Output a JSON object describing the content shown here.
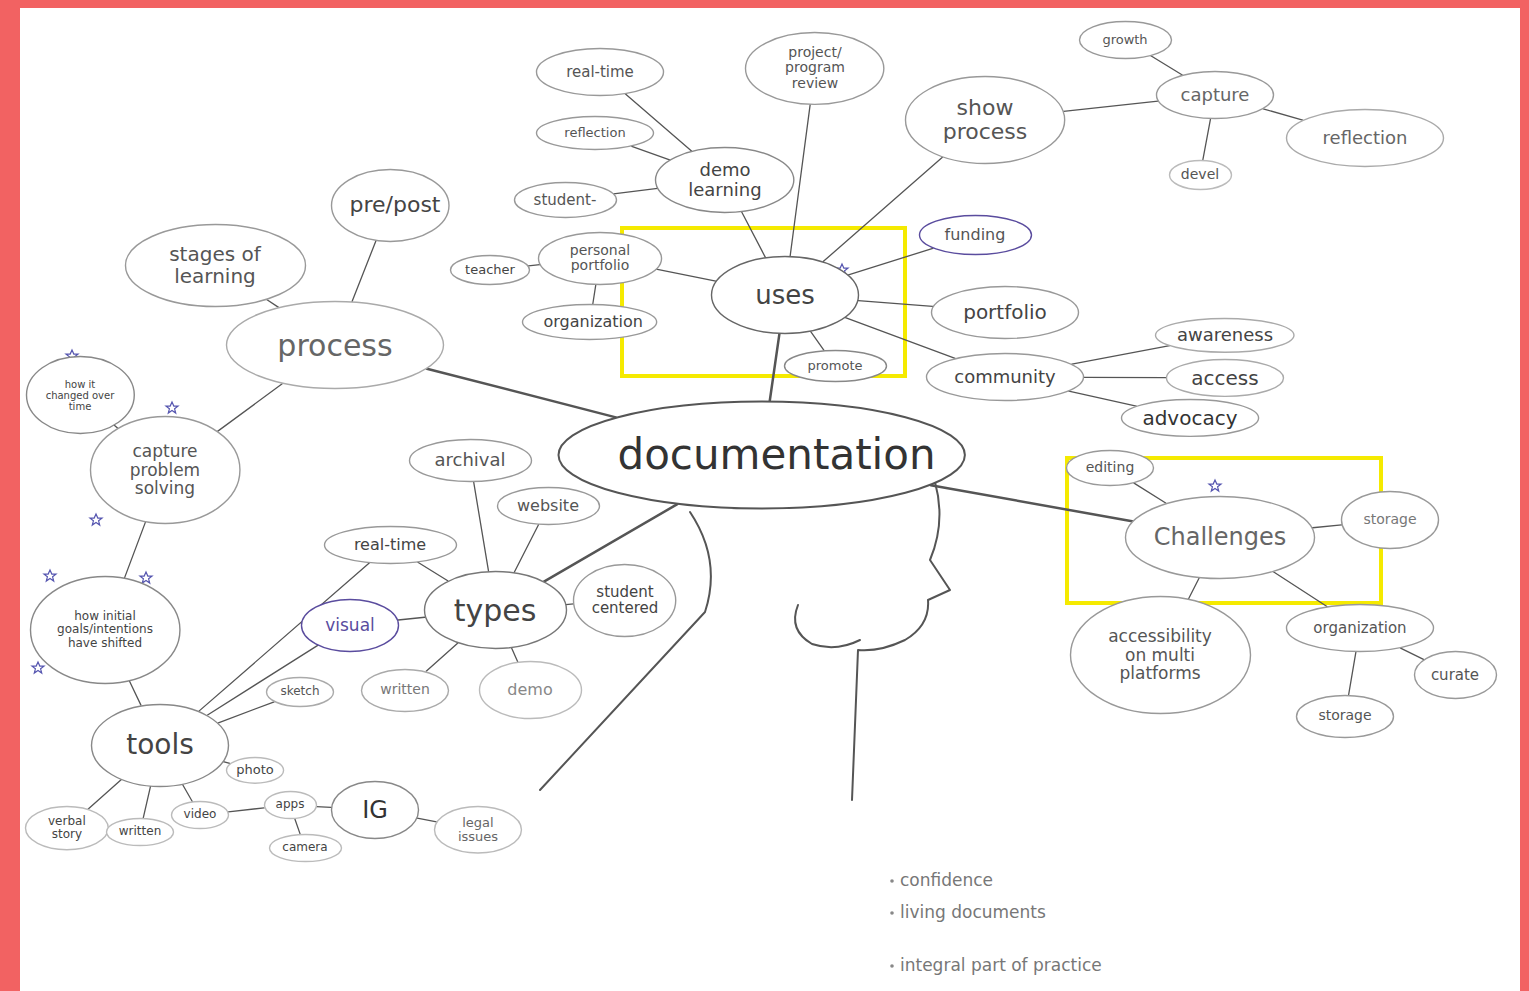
{
  "diagram": {
    "nodes": [
      {
        "text": [
          "documentation"
        ]
      },
      {
        "text": [
          "uses"
        ]
      },
      {
        "text": [
          "real-time"
        ]
      },
      {
        "text": [
          "project/ program review"
        ]
      },
      {
        "text": [
          "reflection"
        ]
      },
      {
        "text": [
          "demo learning"
        ]
      },
      {
        "text": [
          "student-"
        ]
      },
      {
        "text": [
          "teacher"
        ]
      },
      {
        "text": [
          "personal portfolio"
        ]
      },
      {
        "text": [
          "organization"
        ]
      },
      {
        "text": [
          "promote"
        ]
      },
      {
        "text": [
          "show process"
        ]
      },
      {
        "text": [
          "growth"
        ]
      },
      {
        "text": [
          "capture"
        ]
      },
      {
        "text": [
          "devel"
        ]
      },
      {
        "text": [
          "reflection"
        ]
      },
      {
        "text": [
          "funding"
        ]
      },
      {
        "text": [
          "portfolio"
        ]
      },
      {
        "text": [
          "community"
        ]
      },
      {
        "text": [
          "awareness"
        ]
      },
      {
        "text": [
          "access"
        ]
      },
      {
        "text": [
          "advocacy"
        ]
      },
      {
        "text": [
          "Challenges"
        ]
      },
      {
        "text": [
          "editing"
        ]
      },
      {
        "text": [
          "storage"
        ]
      },
      {
        "text": [
          "accessibility on multi platforms"
        ]
      },
      {
        "text": [
          "organization"
        ]
      },
      {
        "text": [
          "curate"
        ]
      },
      {
        "text": [
          "storage"
        ]
      },
      {
        "text": [
          "process"
        ]
      },
      {
        "text": [
          "pre/post"
        ]
      },
      {
        "text": [
          "stages of learning"
        ]
      },
      {
        "text": [
          "how it changed over time"
        ]
      },
      {
        "text": [
          "capture problem solving"
        ]
      },
      {
        "text": [
          "how initial goals/intentions have shifted"
        ]
      },
      {
        "text": [
          "types"
        ]
      },
      {
        "text": [
          "archival"
        ]
      },
      {
        "text": [
          "website"
        ]
      },
      {
        "text": [
          "real-time"
        ]
      },
      {
        "text": [
          "student centered"
        ]
      },
      {
        "text": [
          "visual"
        ]
      },
      {
        "text": [
          "sketch"
        ]
      },
      {
        "text": [
          "written"
        ]
      },
      {
        "text": [
          "demo"
        ]
      },
      {
        "text": [
          "tools"
        ]
      },
      {
        "text": [
          "photo"
        ]
      },
      {
        "text": [
          "verbal story"
        ]
      },
      {
        "text": [
          "written"
        ]
      },
      {
        "text": [
          "video"
        ]
      },
      {
        "text": [
          "apps"
        ]
      },
      {
        "text": [
          "camera"
        ]
      },
      {
        "text": [
          "IG"
        ]
      },
      {
        "text": [
          "legal issues"
        ]
      }
    ],
    "edges": [
      {
        "from": 0,
        "to": 1,
        "arrow": "none"
      },
      {
        "from": 0,
        "to": 29,
        "arrow": "none"
      },
      {
        "from": 0,
        "to": 35,
        "arrow": "none"
      },
      {
        "from": 0,
        "to": 22,
        "arrow": "none"
      },
      {
        "from": 1,
        "to": 5,
        "arrow": "none"
      },
      {
        "from": 1,
        "to": 3,
        "arrow": "none"
      },
      {
        "from": 1,
        "to": 8,
        "arrow": "none"
      },
      {
        "from": 1,
        "to": 11,
        "arrow": "none"
      },
      {
        "from": 1,
        "to": 16,
        "arrow": "none"
      },
      {
        "from": 1,
        "to": 17,
        "arrow": "none"
      },
      {
        "from": 1,
        "to": 18,
        "arrow": "none"
      },
      {
        "from": 1,
        "to": 10,
        "arrow": "none"
      },
      {
        "from": 5,
        "to": 2,
        "arrow": "none"
      },
      {
        "from": 5,
        "to": 4,
        "arrow": "none"
      },
      {
        "from": 5,
        "to": 6,
        "arrow": "none"
      },
      {
        "from": 8,
        "to": 7,
        "arrow": "none"
      },
      {
        "from": 8,
        "to": 9,
        "arrow": "none"
      },
      {
        "from": 11,
        "to": 13,
        "arrow": "none"
      },
      {
        "from": 13,
        "to": 12,
        "arrow": "none"
      },
      {
        "from": 13,
        "to": 14,
        "arrow": "none"
      },
      {
        "from": 13,
        "to": 15,
        "arrow": "none"
      },
      {
        "from": 18,
        "to": 19,
        "arrow": "none"
      },
      {
        "from": 18,
        "to": 20,
        "arrow": "none"
      },
      {
        "from": 18,
        "to": 21,
        "arrow": "none"
      },
      {
        "from": 22,
        "to": 23,
        "arrow": "none"
      },
      {
        "from": 22,
        "to": 24,
        "arrow": "none"
      },
      {
        "from": 22,
        "to": 25,
        "arrow": "none"
      },
      {
        "from": 22,
        "to": 26,
        "arrow": "none"
      },
      {
        "from": 26,
        "to": 27,
        "arrow": "none"
      },
      {
        "from": 26,
        "to": 28,
        "arrow": "none"
      },
      {
        "from": 29,
        "to": 30,
        "arrow": "none"
      },
      {
        "from": 29,
        "to": 31,
        "arrow": "none"
      },
      {
        "from": 29,
        "to": 33,
        "arrow": "none"
      },
      {
        "from": 33,
        "to": 32,
        "arrow": "none"
      },
      {
        "from": 33,
        "to": 34,
        "arrow": "none"
      },
      {
        "from": 34,
        "to": 44,
        "arrow": "none"
      },
      {
        "from": 35,
        "to": 36,
        "arrow": "none"
      },
      {
        "from": 35,
        "to": 37,
        "arrow": "none"
      },
      {
        "from": 35,
        "to": 38,
        "arrow": "none"
      },
      {
        "from": 35,
        "to": 39,
        "arrow": "none"
      },
      {
        "from": 35,
        "to": 40,
        "arrow": "none"
      },
      {
        "from": 35,
        "to": 42,
        "arrow": "none"
      },
      {
        "from": 35,
        "to": 43,
        "arrow": "none"
      },
      {
        "from": 44,
        "to": 38,
        "arrow": "none"
      },
      {
        "from": 44,
        "to": 40,
        "arrow": "none"
      },
      {
        "from": 44,
        "to": 41,
        "arrow": "none"
      },
      {
        "from": 44,
        "to": 45,
        "arrow": "none"
      },
      {
        "from": 44,
        "to": 46,
        "arrow": "none"
      },
      {
        "from": 44,
        "to": 47,
        "arrow": "none"
      },
      {
        "from": 44,
        "to": 48,
        "arrow": "none"
      },
      {
        "from": 48,
        "to": 49,
        "arrow": "none"
      },
      {
        "from": 49,
        "to": 50,
        "arrow": "none"
      },
      {
        "from": 49,
        "to": 51,
        "arrow": "none"
      },
      {
        "from": 51,
        "to": 52,
        "arrow": "none"
      }
    ],
    "labels": [
      "confidence",
      "living documents",
      "integral part of practice"
    ]
  }
}
